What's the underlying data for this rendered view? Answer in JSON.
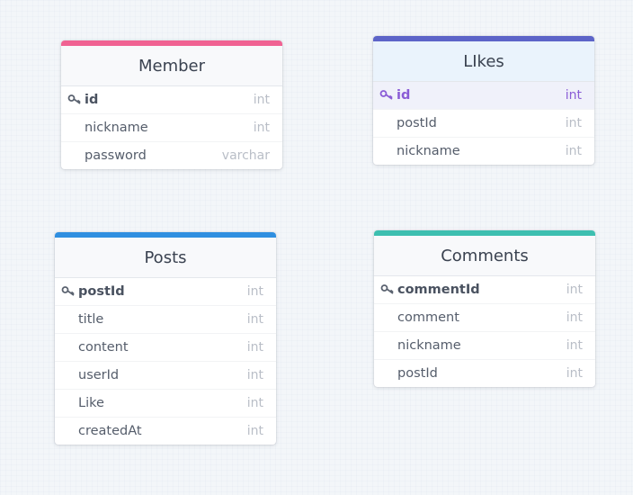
{
  "tables": [
    {
      "name": "Member",
      "accent_color": "#f06292",
      "columns": [
        {
          "name": "id",
          "type": "int",
          "primary_key": true
        },
        {
          "name": "nickname",
          "type": "int"
        },
        {
          "name": "password",
          "type": "varchar"
        }
      ]
    },
    {
      "name": "LIkes",
      "accent_color": "#5c64c8",
      "selected": true,
      "columns": [
        {
          "name": "id",
          "type": "int",
          "primary_key": true
        },
        {
          "name": "postId",
          "type": "int"
        },
        {
          "name": "nickname",
          "type": "int"
        }
      ]
    },
    {
      "name": "Posts",
      "accent_color": "#2f8fe0",
      "columns": [
        {
          "name": "postId",
          "type": "int",
          "primary_key": true
        },
        {
          "name": "title",
          "type": "int"
        },
        {
          "name": "content",
          "type": "int"
        },
        {
          "name": "userId",
          "type": "int"
        },
        {
          "name": "Like",
          "type": "int"
        },
        {
          "name": "createdAt",
          "type": "int"
        }
      ]
    },
    {
      "name": "Comments",
      "accent_color": "#3dbfb0",
      "columns": [
        {
          "name": "commentId",
          "type": "int",
          "primary_key": true
        },
        {
          "name": "comment",
          "type": "int"
        },
        {
          "name": "nickname",
          "type": "int"
        },
        {
          "name": "postId",
          "type": "int"
        }
      ]
    }
  ],
  "icons": {
    "primary_key": "key-icon"
  }
}
